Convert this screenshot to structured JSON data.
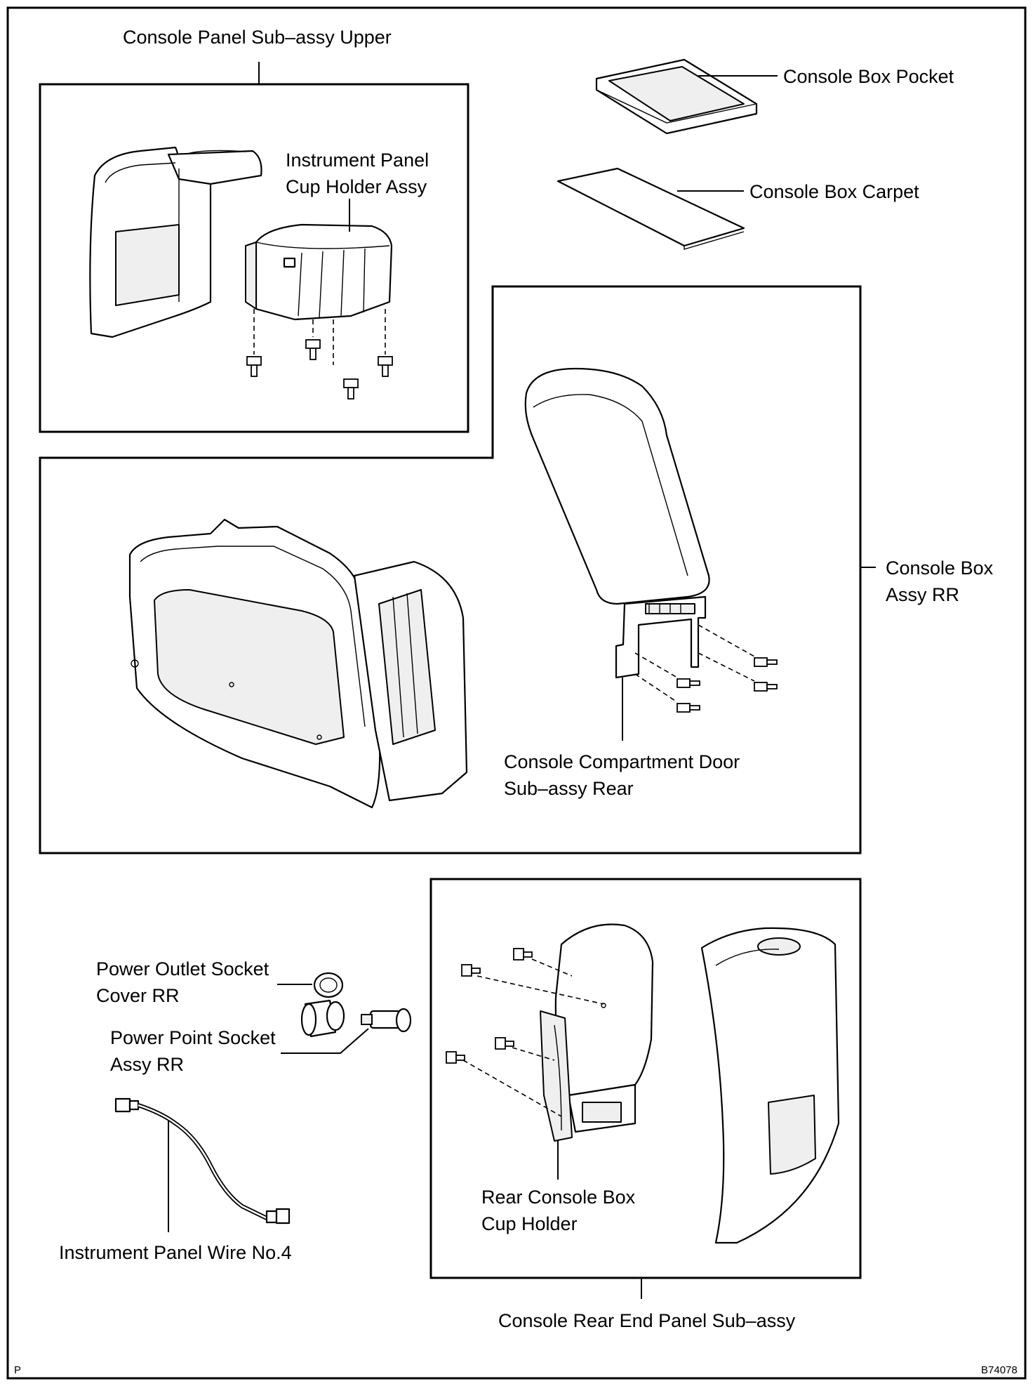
{
  "labels": {
    "console_panel_upper": "Console Panel Sub–assy Upper",
    "cup_holder_assy_l1": "Instrument Panel",
    "cup_holder_assy_l2": "Cup Holder Assy",
    "console_box_pocket": "Console Box Pocket",
    "console_box_carpet": "Console Box Carpet",
    "console_box_assy_l1": "Console Box",
    "console_box_assy_l2": "Assy RR",
    "compartment_door_l1": "Console Compartment Door",
    "compartment_door_l2": "Sub–assy Rear",
    "power_outlet_cover_l1": "Power Outlet Socket",
    "power_outlet_cover_l2": "Cover RR",
    "power_point_socket_l1": "Power Point Socket",
    "power_point_socket_l2": "Assy RR",
    "wire_no4": "Instrument Panel Wire No.4",
    "rear_cup_holder_l1": "Rear Console Box",
    "rear_cup_holder_l2": "Cup Holder",
    "rear_end_panel": "Console Rear End Panel Sub–assy"
  },
  "footer": {
    "left_mark": "P",
    "figure_code": "B74078"
  }
}
